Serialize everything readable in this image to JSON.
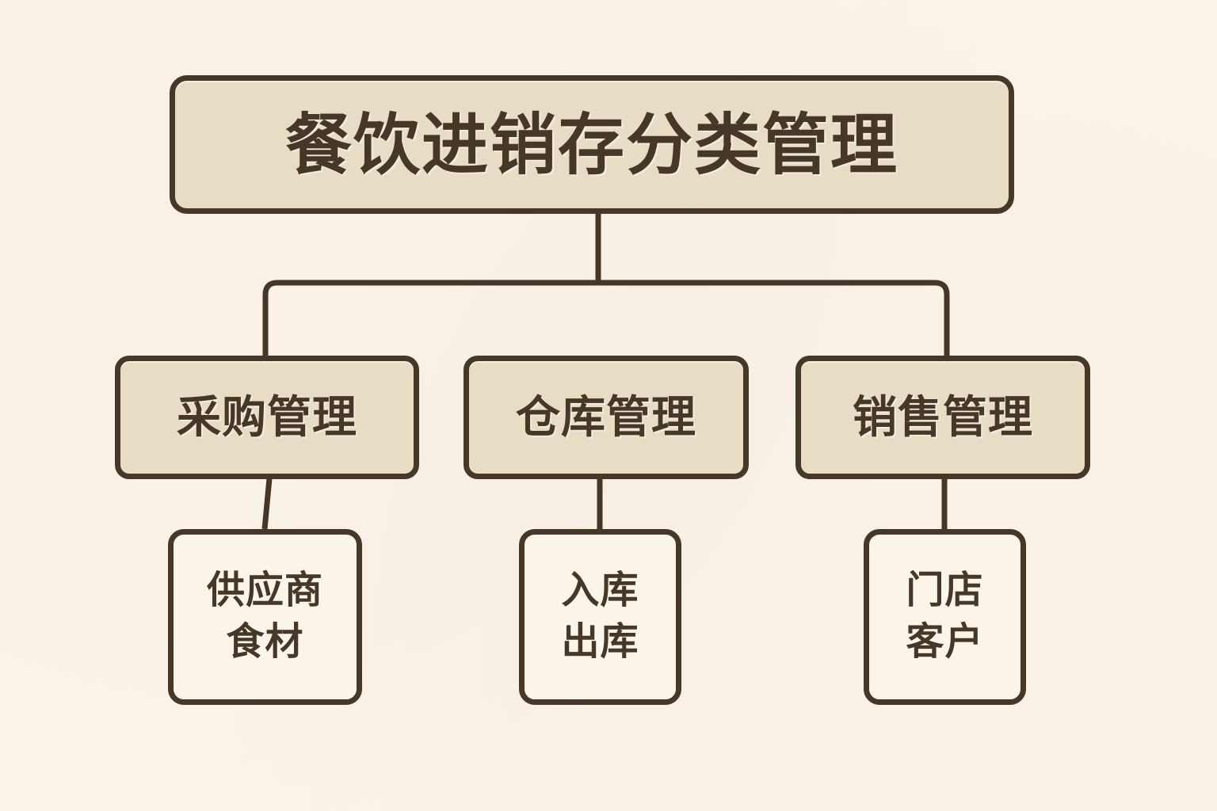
{
  "diagram": {
    "type": "org-tree",
    "title": "餐饮进销存分类管理",
    "palette": {
      "page_background": "#fdf5ea",
      "node_fill": "#e6ddc4",
      "leaf_fill": "#fbf4e8",
      "border": "#473726",
      "text": "#463727"
    },
    "root": {
      "label": "餐饮进销存分类管理"
    },
    "branches": [
      {
        "label": "采购管理",
        "leaf": {
          "lines": [
            "供应商",
            "食材"
          ]
        }
      },
      {
        "label": "仓库管理",
        "leaf": {
          "lines": [
            "入库",
            "出库"
          ]
        }
      },
      {
        "label": "销售管理",
        "leaf": {
          "lines": [
            "门店",
            "客户"
          ]
        }
      }
    ]
  }
}
